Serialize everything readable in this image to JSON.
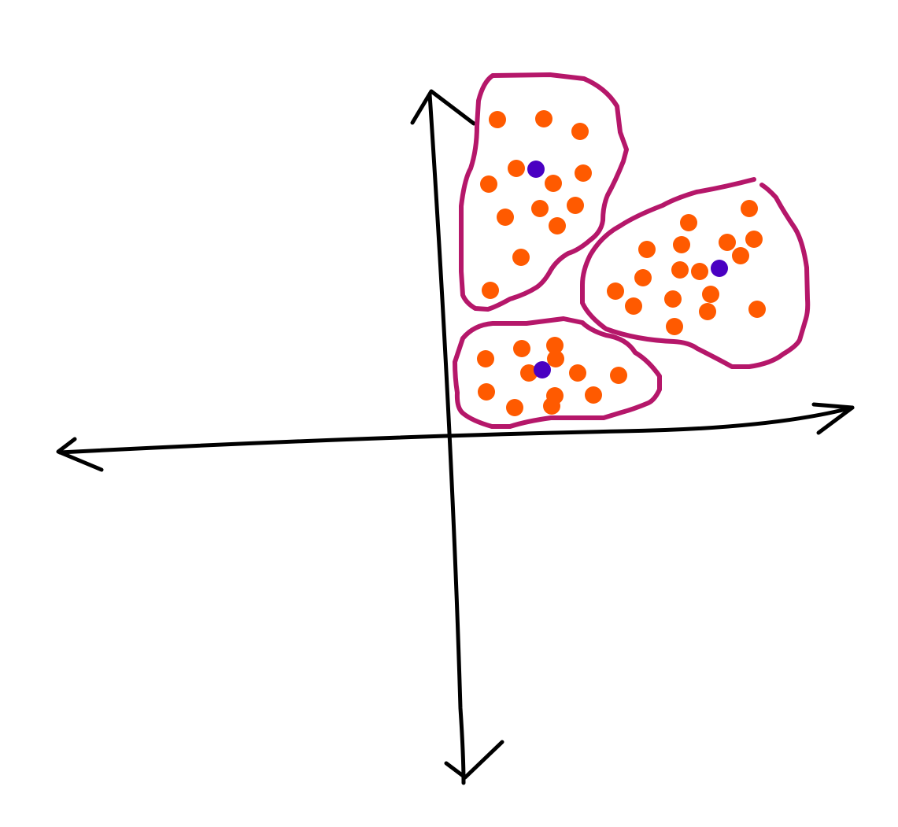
{
  "colors": {
    "background": "#ffffff",
    "axis": "#000000",
    "cluster_outline": "#b5176a",
    "data_point": "#ff5a00",
    "centroid": "#4a00c2"
  },
  "clusters": [
    {
      "name": "top-left",
      "points": [
        [
          632,
          152
        ],
        [
          691,
          151
        ],
        [
          737,
          167
        ],
        [
          656,
          214
        ],
        [
          741,
          220
        ],
        [
          621,
          234
        ],
        [
          703,
          233
        ],
        [
          642,
          276
        ],
        [
          686,
          265
        ],
        [
          731,
          261
        ],
        [
          708,
          287
        ],
        [
          662,
          327
        ],
        [
          623,
          369
        ]
      ],
      "centroid": [
        681,
        215
      ]
    },
    {
      "name": "right",
      "points": [
        [
          952,
          265
        ],
        [
          875,
          283
        ],
        [
          924,
          308
        ],
        [
          958,
          304
        ],
        [
          822,
          317
        ],
        [
          866,
          311
        ],
        [
          941,
          325
        ],
        [
          817,
          353
        ],
        [
          864,
          343
        ],
        [
          889,
          345
        ],
        [
          782,
          370
        ],
        [
          903,
          374
        ],
        [
          855,
          380
        ],
        [
          805,
          389
        ],
        [
          899,
          396
        ],
        [
          962,
          393
        ],
        [
          857,
          415
        ]
      ],
      "centroid": [
        914,
        341
      ]
    },
    {
      "name": "bottom",
      "points": [
        [
          617,
          456
        ],
        [
          663,
          443
        ],
        [
          705,
          439
        ],
        [
          706,
          456
        ],
        [
          672,
          474
        ],
        [
          734,
          474
        ],
        [
          786,
          477
        ],
        [
          618,
          498
        ],
        [
          705,
          503
        ],
        [
          754,
          502
        ],
        [
          654,
          518
        ],
        [
          701,
          516
        ]
      ],
      "centroid": [
        689,
        470
      ]
    }
  ]
}
